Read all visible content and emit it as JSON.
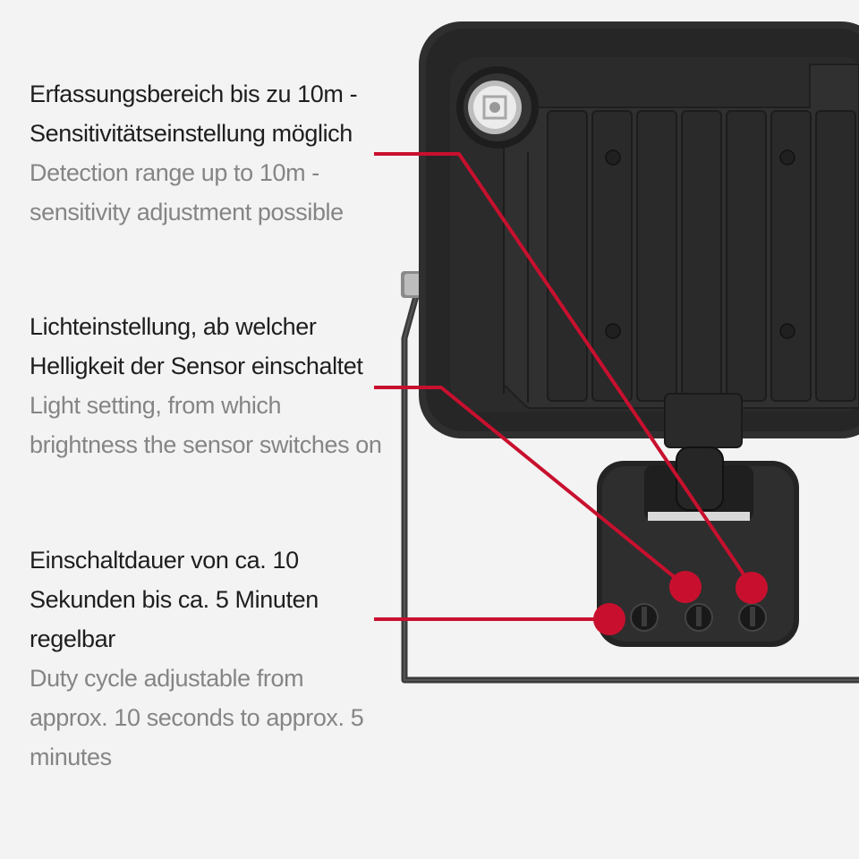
{
  "callouts": [
    {
      "de_lines": [
        "Erfassungsbereich bis zu 10m -",
        "Sensitivitätseinstellung möglich"
      ],
      "en_lines": [
        "Detection range up to 10m -",
        "sensitivity adjustment possible"
      ]
    },
    {
      "de_lines": [
        "Lichteinstellung, ab welcher",
        "Helligkeit der Sensor einschaltet"
      ],
      "en_lines": [
        "Light setting, from which",
        "brightness the sensor switches on"
      ]
    },
    {
      "de_lines": [
        "Einschaltdauer von ca. 10",
        "Sekunden bis ca. 5 Minuten",
        "regelbar"
      ],
      "en_lines": [
        "Duty cycle adjustable from",
        "approx. 10 seconds to approx. 5",
        "minutes"
      ]
    }
  ],
  "colors": {
    "background": "#f3f3f3",
    "german_text": "#1e1e1e",
    "english_text": "#858585",
    "callout_red": "#c8102e",
    "housing": "#2b2b2b"
  },
  "icons": [
    "floodlight-housing",
    "motion-sensor-head",
    "mounting-bracket",
    "adjustment-knob-icon",
    "callout-marker-icon"
  ]
}
